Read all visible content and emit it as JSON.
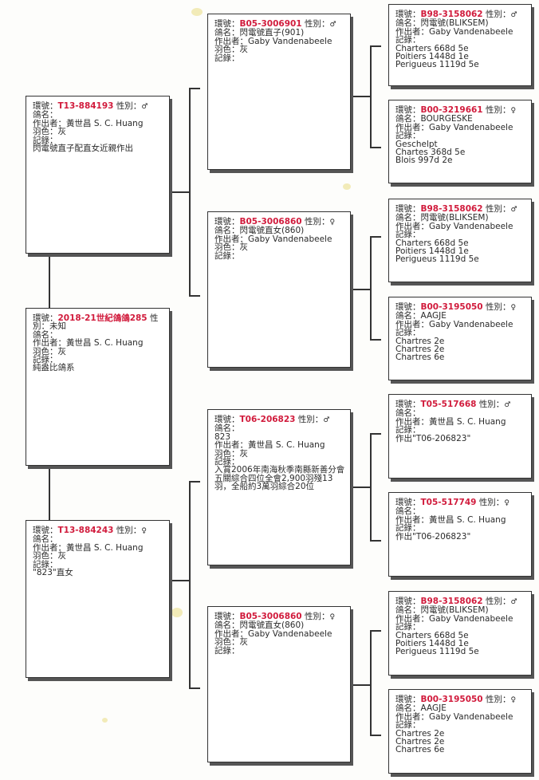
{
  "labels": {
    "ring": "環號：",
    "sex": "性別：",
    "name": "鴿名：",
    "breeder": "作出者：",
    "color": "羽色：",
    "record": "記錄："
  },
  "subject": {
    "ring": "2018-21世紀鴿鴿285",
    "sex_prefix": " 性",
    "sex_line2": "別：未知",
    "name": "",
    "breeder": "黃世昌 S. C. Huang",
    "color": "灰",
    "record_lines": [
      "純盎比鴿系"
    ]
  },
  "sire": {
    "ring": "T13-884193",
    "sex": "♂",
    "name": "",
    "breeder": "黃世昌 S. C. Huang",
    "color": "灰",
    "record_lines": [
      "閃電號直子配直女近親作出"
    ]
  },
  "dam": {
    "ring": "T13-884243",
    "sex": "♀",
    "name": "",
    "breeder": "黃世昌 S. C. Huang",
    "color": "灰",
    "record_lines": [
      "\"823\"直女"
    ]
  },
  "ss": {
    "ring": "B05-3006901",
    "sex": "♂",
    "name": "閃電號直子(901)",
    "breeder": "Gaby Vandenabeele",
    "color": "灰",
    "record_lines": []
  },
  "sd": {
    "ring": "B05-3006860",
    "sex": "♀",
    "name": "閃電號直女(860)",
    "breeder": "Gaby Vandenabeele",
    "color": "灰",
    "record_lines": []
  },
  "ds": {
    "ring": "T06-206823",
    "sex": "♂",
    "name": "823",
    "breeder": "黃世昌 S. C. Huang",
    "color": "灰",
    "record_lines": [
      "入賞2006年南海秋季南縣新善分會五關綜合四位全會2,900羽殘13羽，全船約3萬羽綜合20位"
    ]
  },
  "dd": {
    "ring": "B05-3006860",
    "sex": "♀",
    "name": "閃電號直女(860)",
    "breeder": "Gaby Vandenabeele",
    "color": "灰",
    "record_lines": []
  },
  "sss": {
    "ring": "B98-3158062",
    "sex": "♂",
    "name": "閃電號(BLIKSEM)",
    "breeder": "Gaby Vandenabeele",
    "record_lines": [
      "Charters 668d 5e",
      "Poitiers 1448d 1e",
      "Perigueus 1119d 5e"
    ]
  },
  "ssd": {
    "ring": "B00-3219661",
    "sex": "♀",
    "name": "BOURGESKE",
    "breeder": "Gaby Vandenabeele",
    "record_lines": [
      "Geschelpt",
      "Chartes 368d 5e",
      "Blois 997d 2e"
    ]
  },
  "sds": {
    "ring": "B98-3158062",
    "sex": "♂",
    "name": "閃電號(BLIKSEM)",
    "breeder": "Gaby Vandenabeele",
    "record_lines": [
      "Charters 668d 5e",
      "Poitiers 1448d 1e",
      "Perigueus 1119d 5e"
    ]
  },
  "sdd": {
    "ring": "B00-3195050",
    "sex": "♀",
    "name": "AAGJE",
    "breeder": "Gaby Vandenabeele",
    "record_lines": [
      "Chartres 2e",
      "Chartres 2e",
      "Chartres 6e"
    ]
  },
  "dss": {
    "ring": "T05-517668",
    "sex": "♂",
    "name": "",
    "breeder": "黃世昌 S. C. Huang",
    "record_lines": [
      "作出\"T06-206823\""
    ]
  },
  "dsd": {
    "ring": "T05-517749",
    "sex": "♀",
    "name": "",
    "breeder": "黃世昌 S. C. Huang",
    "record_lines": [
      "作出\"T06-206823\""
    ]
  },
  "dds": {
    "ring": "B98-3158062",
    "sex": "♂",
    "name": "閃電號(BLIKSEM)",
    "breeder": "Gaby Vandenabeele",
    "record_lines": [
      "Charters 668d 5e",
      "Poitiers 1448d 1e",
      "Perigueus 1119d 5e"
    ]
  },
  "ddd": {
    "ring": "B00-3195050",
    "sex": "♀",
    "name": "AAGJE",
    "breeder": "Gaby Vandenabeele",
    "record_lines": [
      "Chartres 2e",
      "Chartres 2e",
      "Chartres 6e"
    ]
  },
  "colors": {
    "ring": "#d11b3c",
    "line": "#333333"
  }
}
